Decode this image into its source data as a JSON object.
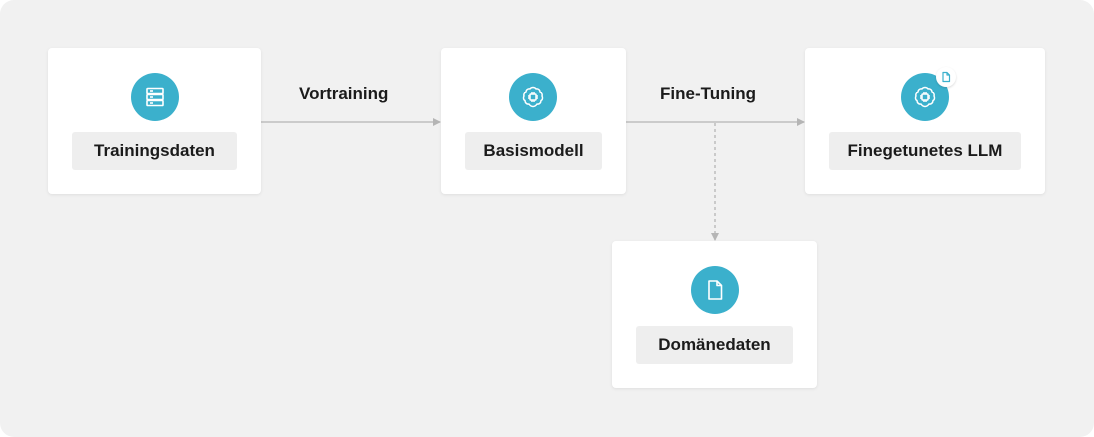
{
  "nodes": {
    "training_data": {
      "label": "Trainingsdaten",
      "icon": "server-icon"
    },
    "base_model": {
      "label": "Basismodell",
      "icon": "brain-chip-icon"
    },
    "finetuned_llm": {
      "label": "Finegetunetes LLM",
      "icon": "brain-chip-icon",
      "badge_icon": "document-icon"
    },
    "domain_data": {
      "label": "Domänedaten",
      "icon": "document-icon"
    }
  },
  "edges": {
    "pretraining": {
      "label": "Vortraining"
    },
    "finetuning": {
      "label": "Fine-Tuning"
    }
  },
  "colors": {
    "background": "#f1f1f1",
    "node": "#ffffff",
    "label_box": "#eeeeee",
    "accent": "#3bb0cc",
    "arrow": "#b5b5b5"
  }
}
